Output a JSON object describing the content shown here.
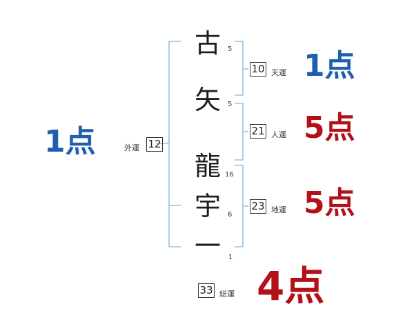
{
  "colors": {
    "bracket": "#8fc3e8",
    "good": "#1f5fb0",
    "bad": "#b31018"
  },
  "characters": [
    {
      "char": "古",
      "strokes": "5"
    },
    {
      "char": "矢",
      "strokes": "5"
    },
    {
      "char": "龍",
      "strokes": "16"
    },
    {
      "char": "宇",
      "strokes": "6"
    },
    {
      "char": "一",
      "strokes": "1"
    }
  ],
  "tenun": {
    "value": "10",
    "label": "天運",
    "score": "1点"
  },
  "jinun": {
    "value": "21",
    "label": "人運",
    "score": "5点"
  },
  "chiun": {
    "value": "23",
    "label": "地運",
    "score": "5点"
  },
  "gaiun": {
    "value": "12",
    "label": "外運",
    "score": "1点"
  },
  "souun": {
    "value": "33",
    "label": "総運",
    "score": "4点"
  }
}
